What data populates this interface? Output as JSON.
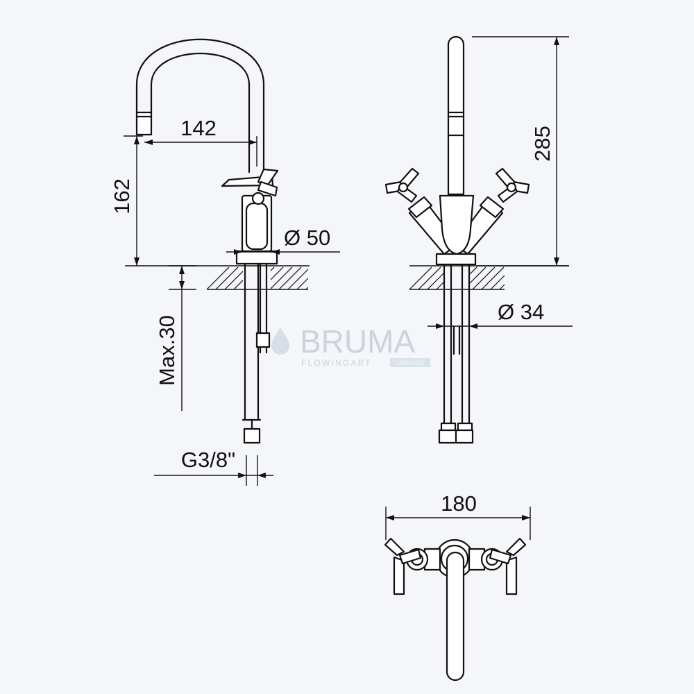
{
  "dimensions": {
    "spout_reach": "142",
    "spout_height": "162",
    "body_diameter": "Ø 50",
    "max_thickness": "Max.30",
    "thread": "G3/8\"",
    "total_height": "285",
    "hole_diameter": "Ø 34",
    "total_width": "180"
  },
  "watermark": {
    "brand": "BRUMA",
    "tagline": "FLOWINGART",
    "region": "UKRAINE"
  },
  "colors": {
    "background": "#f5f6f9",
    "line": "#111111",
    "watermark": "#c7d0da"
  }
}
